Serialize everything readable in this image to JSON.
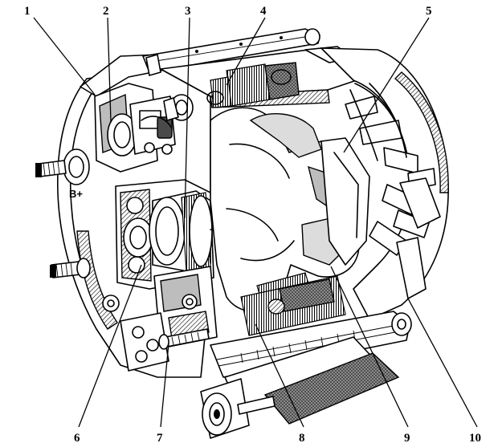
{
  "terminal_label": "B+",
  "callouts": [
    {
      "id": "1",
      "label": "1"
    },
    {
      "id": "2",
      "label": "2"
    },
    {
      "id": "3",
      "label": "3"
    },
    {
      "id": "4",
      "label": "4"
    },
    {
      "id": "5",
      "label": "5"
    },
    {
      "id": "6",
      "label": "6"
    },
    {
      "id": "7",
      "label": "7"
    },
    {
      "id": "8",
      "label": "8"
    },
    {
      "id": "9",
      "label": "9"
    },
    {
      "id": "10",
      "label": "10"
    }
  ]
}
